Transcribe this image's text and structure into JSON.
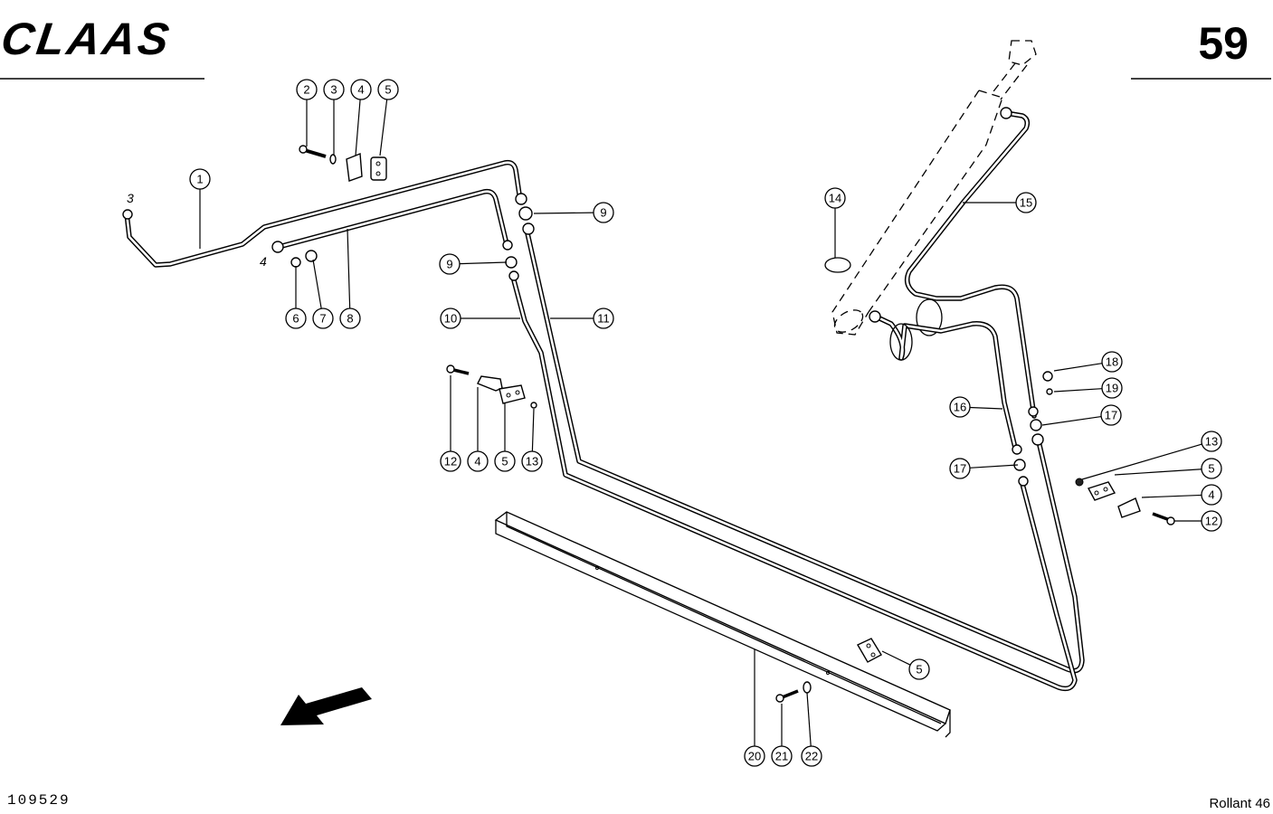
{
  "header": {
    "brand": "CLAAS",
    "page_number": "59"
  },
  "footer": {
    "drawing_number": "109529",
    "model": "Rollant 46"
  },
  "pipe_end_marks": [
    "3",
    "4"
  ],
  "callouts": [
    {
      "label": "1"
    },
    {
      "label": "2"
    },
    {
      "label": "3"
    },
    {
      "label": "4"
    },
    {
      "label": "5"
    },
    {
      "label": "6"
    },
    {
      "label": "7"
    },
    {
      "label": "8"
    },
    {
      "label": "9"
    },
    {
      "label": "9"
    },
    {
      "label": "10"
    },
    {
      "label": "11"
    },
    {
      "label": "12"
    },
    {
      "label": "4"
    },
    {
      "label": "5"
    },
    {
      "label": "13"
    },
    {
      "label": "14"
    },
    {
      "label": "15"
    },
    {
      "label": "16"
    },
    {
      "label": "17"
    },
    {
      "label": "17"
    },
    {
      "label": "18"
    },
    {
      "label": "19"
    },
    {
      "label": "13"
    },
    {
      "label": "5"
    },
    {
      "label": "4"
    },
    {
      "label": "12"
    },
    {
      "label": "5"
    },
    {
      "label": "20"
    },
    {
      "label": "21"
    },
    {
      "label": "22"
    }
  ]
}
